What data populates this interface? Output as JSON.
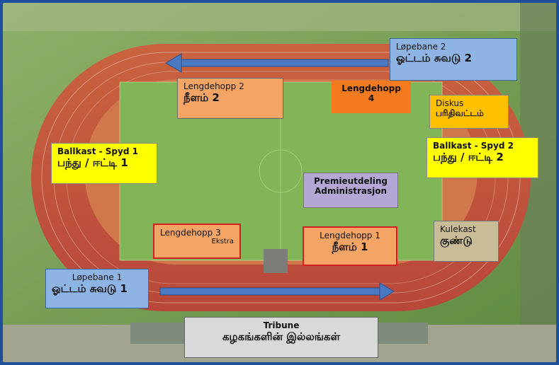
{
  "map": {
    "labels": {
      "lopebane2": {
        "line1": "Løpebane 2",
        "line2": "ஓட்டம் சுவடு 2"
      },
      "lengdehopp2": {
        "line1": "Lengdehopp 2",
        "line2": "நீளம்  2"
      },
      "lengdehopp4": {
        "line1": "Lengdehopp 4"
      },
      "diskus": {
        "line1": "Diskus",
        "line2": "பரிதிவட்டம்"
      },
      "ballkast1": {
        "line1": "Ballkast - Spyd 1",
        "line2": "பந்து / ஈட்டி 1"
      },
      "ballkast2": {
        "line1": "Ballkast - Spyd 2",
        "line2": "பந்து / ஈட்டி  2"
      },
      "premie": {
        "line1": "Premieutdeling",
        "line2": "Administrasjon"
      },
      "lengdehopp3": {
        "line1": "Lengdehopp 3",
        "line2": "Ekstra"
      },
      "lengdehopp1": {
        "line1": "Lengdehopp 1",
        "line2": "நீளம்  1"
      },
      "kulekast": {
        "line1": "Kulekast",
        "line2": "குண்டு"
      },
      "lopebane1": {
        "line1": "Løpebane 1",
        "line2": "ஓட்டம் சுவடு 1"
      },
      "tribune": {
        "line1": "Tribune",
        "line2": "கழகங்களின் இல்லங்கள்"
      }
    }
  },
  "colors": {
    "frame": "#1f4e9a",
    "grass_outer": "#6f9a4e",
    "track": "#c8583f",
    "infield": "#7fb34f",
    "arrow": "#4a78c2"
  }
}
